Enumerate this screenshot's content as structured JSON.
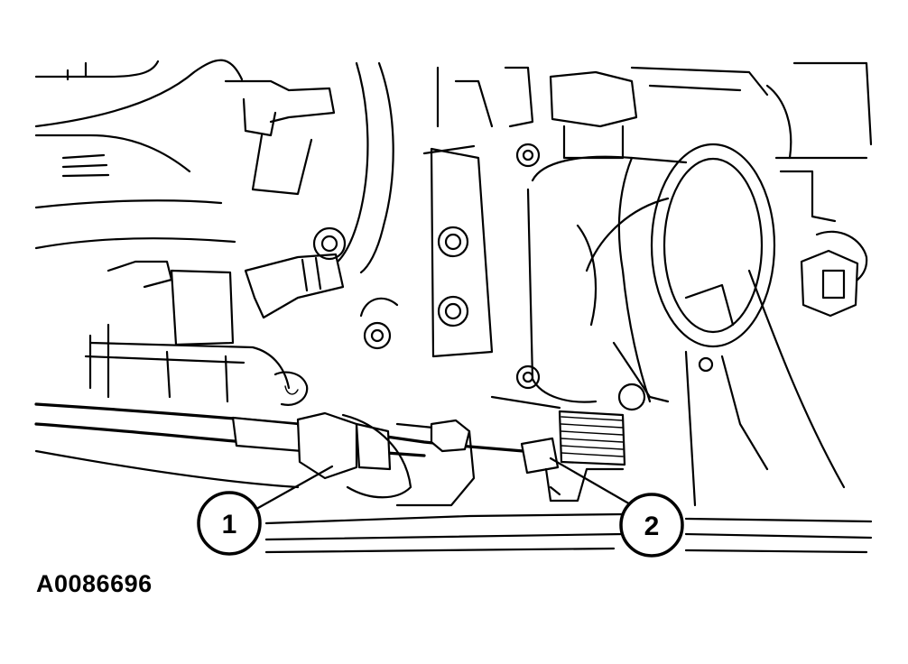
{
  "figure_id": "A0086696",
  "callouts": [
    {
      "number": "1"
    },
    {
      "number": "2"
    }
  ]
}
